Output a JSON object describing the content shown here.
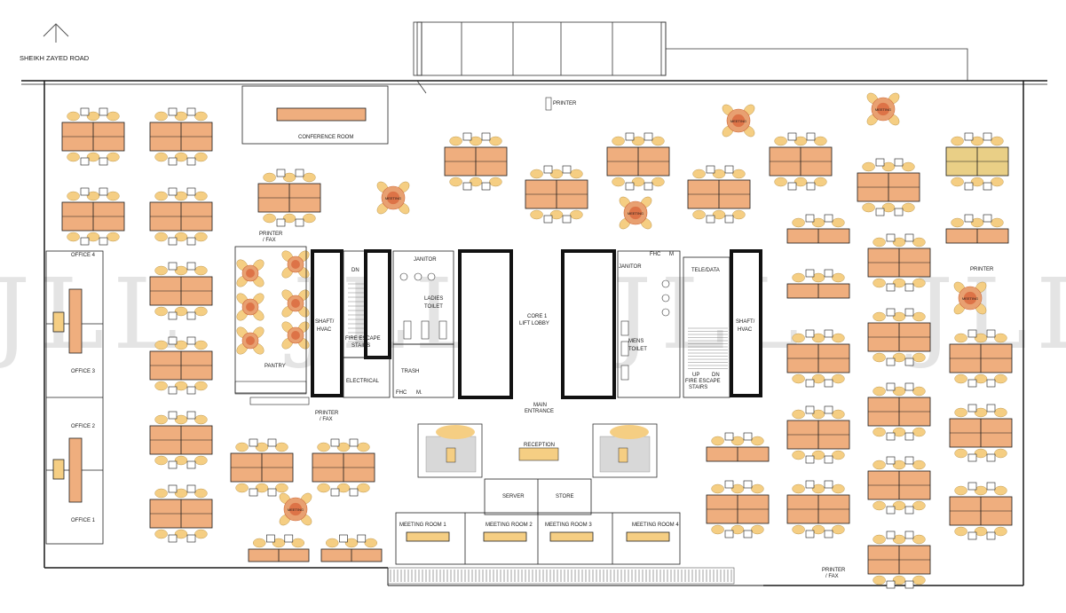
{
  "north_label": "SHEIKH ZAYED ROAD",
  "watermark": "JLL",
  "rooms": {
    "conference_room": "CONFERENCE ROOM",
    "office_4": "OFFICE 4",
    "office_3": "OFFICE 3",
    "office_2": "OFFICE 2",
    "office_1": "OFFICE 1",
    "pantry": "PANTRY",
    "shaft_left": [
      "SHAFT/",
      "HVAC"
    ],
    "shaft_right": [
      "SHAFT/",
      "HVAC"
    ],
    "dn_left": "DN",
    "fire_escape_left": [
      "FIRE ESCAPE",
      "STAIRS"
    ],
    "electrical": "ELECTRICAL",
    "janitor_left": "JANITOR",
    "ladies_toilet": [
      "LADIES",
      "TOILET"
    ],
    "trash": "TRASH",
    "fhc_left": "FHC",
    "m_left": "M.",
    "core_lobby": [
      "CORE 1",
      "LIFT LOBBY"
    ],
    "main_entrance": [
      "MAIN",
      "ENTRANCE"
    ],
    "janitor_right": "JANITOR",
    "fhc_right": "FHC",
    "m_right": "M",
    "mens_toilet": [
      "MENS",
      "TOILET"
    ],
    "tele_data": "TELE/DATA",
    "fire_escape_right": [
      "FIRE ESCAPE",
      "STAIRS"
    ],
    "up": "UP",
    "dn_right": "DN",
    "reception": "RECEPTION",
    "server": "SERVER",
    "store": "STORE",
    "meeting_room_1": "MEETING ROOM 1",
    "meeting_room_2": "MEETING ROOM 2",
    "meeting_room_3": "MEETING ROOM 3",
    "meeting_room_4": "MEETING ROOM 4"
  },
  "printers": {
    "top": "PRINTER",
    "printer_fax_left": [
      "PRINTER",
      "/ FAX"
    ],
    "printer_fax_mid": [
      "PRINTER",
      "/ FAX"
    ],
    "printer_right": "PRINTER",
    "printer_fax_bottom": [
      "PRINTER",
      "/ FAX"
    ]
  },
  "meeting_pod_label": "MEETING"
}
